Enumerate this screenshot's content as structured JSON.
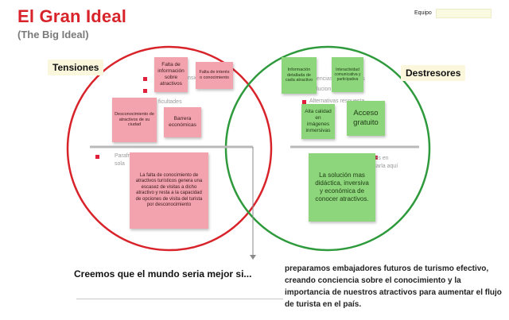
{
  "header": {
    "title": "El Gran Ideal",
    "subtitle": "(The Big Ideal)",
    "team_label": "Equipo",
    "team_value": ""
  },
  "sections": {
    "left_label": "Tensiones",
    "right_label": "Destresores"
  },
  "colors": {
    "title_red": "#d8232a",
    "left_circle": "#d8232a",
    "right_circle": "#2e9a3c",
    "pink_note": "#f2a3ad",
    "green_note": "#8ed67c",
    "label_bg": "#fbf7dd"
  },
  "notes": {
    "pink": [
      "Falta de información sobre atractivos",
      "Falta de interés o conocimiento",
      "Desconocimiento de atractivos de su ciudad",
      "Barrera económicas",
      "La falta de conocimiento de atractivos turísticos genera una escasez de visitas a dicho atractivo y resta a la capacidad de opciones de visita del turista por desconocimiento"
    ],
    "green": [
      "Información detallada de cada atractivo",
      "Interactividad comunicativa y participativa",
      "Alta calidad en imágenes inmersivas",
      "Acceso gratuito",
      "La solución mas didáctica, inversiva y económica de conocer atractivos."
    ]
  },
  "underlying_text": {
    "left_1": "nsic",
    "left_2": "ficultades",
    "left_3": "Parafr",
    "left_4": "sola",
    "right_1": "encias",
    "right_2": "res",
    "right_3": "lucion",
    "right_4": "Alternativas respuesta",
    "right_5": "ines en",
    "right_6": "ficarla aquí"
  },
  "bottom": {
    "prompt": "Creemos que el mundo seria mejor si...",
    "answer": "preparamos embajadores futuros de turismo efectivo, creando conciencia sobre el conocimiento y la importancia de nuestros atractivos para aumentar el flujo de turista en el país."
  }
}
